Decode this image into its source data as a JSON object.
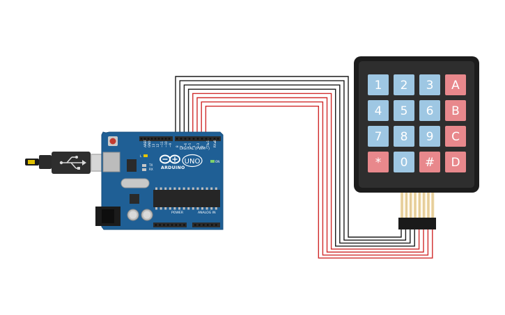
{
  "keypad": {
    "rows": [
      [
        {
          "label": "1",
          "type": "number"
        },
        {
          "label": "2",
          "type": "number"
        },
        {
          "label": "3",
          "type": "number"
        },
        {
          "label": "A",
          "type": "letter"
        }
      ],
      [
        {
          "label": "4",
          "type": "number"
        },
        {
          "label": "5",
          "type": "number"
        },
        {
          "label": "6",
          "type": "number"
        },
        {
          "label": "B",
          "type": "letter"
        }
      ],
      [
        {
          "label": "7",
          "type": "number"
        },
        {
          "label": "8",
          "type": "number"
        },
        {
          "label": "9",
          "type": "number"
        },
        {
          "label": "C",
          "type": "letter"
        }
      ],
      [
        {
          "label": "*",
          "type": "symbol"
        },
        {
          "label": "0",
          "type": "number"
        },
        {
          "label": "#",
          "type": "symbol"
        },
        {
          "label": "D",
          "type": "letter"
        }
      ]
    ],
    "colors": {
      "body": "#1c1c1c",
      "face": "#2e2e2e",
      "number_key": "#9ec7e3",
      "letter_key": "#e8888c",
      "symbol_key": "#e8888c",
      "ribbon": "#f0d9a6",
      "connector": "#1a1a1a"
    }
  },
  "arduino": {
    "brand": "ARDUINO",
    "model": "UNO",
    "digital_label": "DIGITAL (PWM~)",
    "power_label": "POWER",
    "analog_label": "ANALOG IN",
    "on_label": "ON",
    "tx_label": "TX",
    "rx_label": "RX",
    "l_label": "L",
    "colors": {
      "board": "#1f5f95",
      "board_edge": "#164d7c",
      "header": "#2b2b2b",
      "chip": "#2a2a2a",
      "usb": "#b9b9b9",
      "reset": "#c23b30"
    }
  },
  "wires": {
    "colors": {
      "column": "#1a1a1a",
      "row": "#d02a2a"
    },
    "count": 8
  }
}
